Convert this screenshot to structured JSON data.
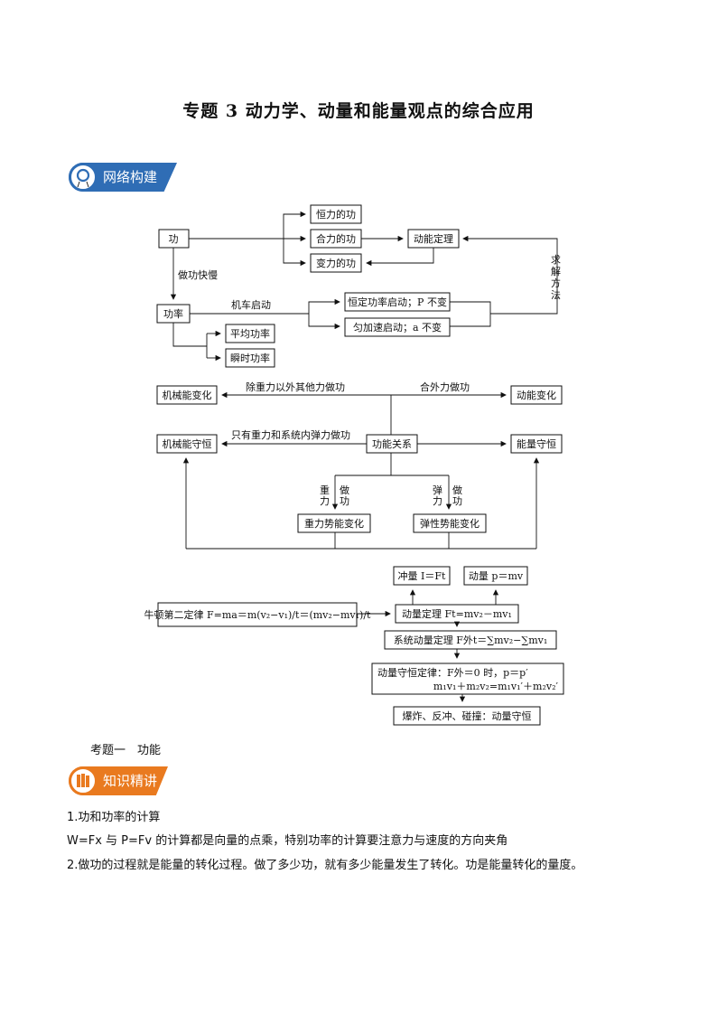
{
  "title": "专题 3  动力学、动量和能量观点的综合应用",
  "banner1": {
    "label": "网络构建",
    "color": "#2f6db5"
  },
  "banner2": {
    "label": "知识精讲",
    "color": "#e97a1f"
  },
  "diagram1": {
    "gong": "功",
    "henglidegong": "恒力的功",
    "helidegong": "合力的功",
    "bianlidegong": "变力的功",
    "dongnengdingli": "动能定理",
    "qiujiefangfa": "求解方法",
    "zuogongkuaiman": "做功快慢",
    "gonglv": "功率",
    "jicheqidong": "机车启动",
    "hengding": "恒定功率启动；P 不变",
    "yunjiasu": "匀加速启动；a 不变",
    "pingjun": "平均功率",
    "shunshi": "瞬时功率"
  },
  "diagram2": {
    "jixienengbianhua": "机械能变化",
    "chuzhongli": "除重力以外其他力做功",
    "hewaili": "合外力做功",
    "dongnengbianhua": "动能变化",
    "jixienengshouheng": "机械能守恒",
    "zhiyou": "只有重力和系统内弹力做功",
    "gongnengguanxi": "功能关系",
    "nengliangshouheng": "能量守恒",
    "zhongli_v": "重力",
    "zuogong_v": "做功",
    "tanli_v": "弹力",
    "zhonglishineng": "重力势能变化",
    "tanxingshineng": "弹性势能变化"
  },
  "diagram3": {
    "chongliang": "冲量 I＝Ft",
    "dongliang": "动量 p＝mv",
    "niudun": "牛顿第二定律 F=ma＝m(v₂−v₁)/t＝(mv₂−mv₁)/t",
    "dongliangdingli": "动量定理 Ft=mv₂－mv₁",
    "xitong": "系统动量定理 F外t＝∑mv₂−∑mv₁",
    "shouheng1": "动量守恒定律：F外＝0 时，p＝p′",
    "shouheng2": "m₁v₁＋m₂v₂=m₁v₁′＋m₂v₂′",
    "baozha": "爆炸、反冲、碰撞：动量守恒"
  },
  "section": "考题一　功能",
  "para1": "1.功和功率的计算",
  "para2": "W=Fx 与 P=Fv 的计算都是向量的点乘，特别功率的计算要注意力与速度的方向夹角",
  "para3": "2.做功的过程就是能量的转化过程。做了多少功，就有多少能量发生了转化。功是能量转化的量度。"
}
